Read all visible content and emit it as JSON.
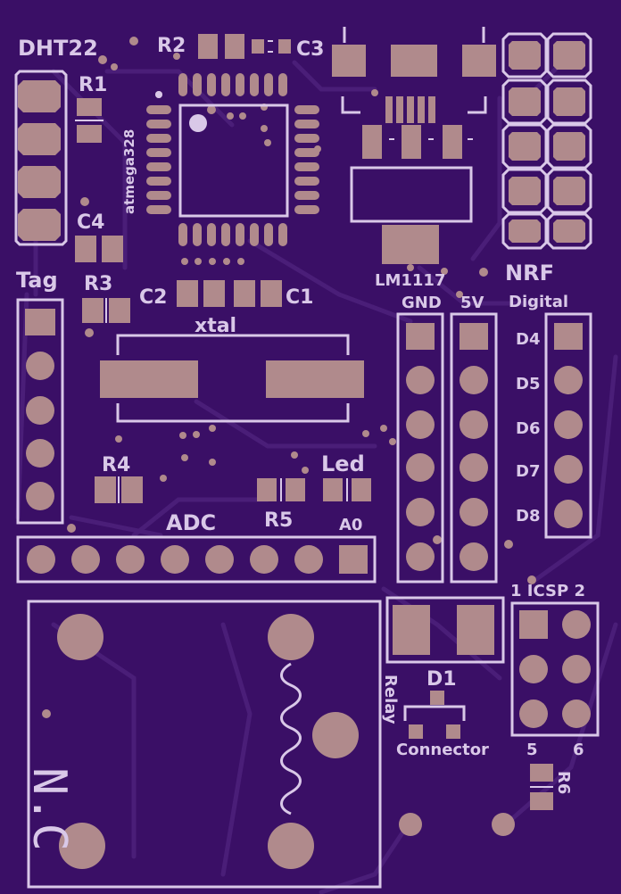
{
  "colors": {
    "substrate": "#3a0f66",
    "trace": "#4a1e78",
    "pad": "#b08a8c",
    "silkscreen": "#d9c8e8"
  },
  "labels": {
    "dht22": "DHT22",
    "r1": "R1",
    "r2": "R2",
    "c3": "C3",
    "chip": "atmega328",
    "c4": "C4",
    "tag": "Tag",
    "r3": "R3",
    "c2": "C2",
    "c1": "C1",
    "xtal": "xtal",
    "lm1117": "LM1117",
    "nrf": "NRF",
    "gnd": "GND",
    "v5": "5V",
    "digital": "Digital",
    "d4": "D4",
    "d5": "D5",
    "d6": "D6",
    "d7": "D7",
    "d8": "D8",
    "r4": "R4",
    "r5": "R5",
    "led": "Led",
    "adc": "ADC",
    "a0": "A0",
    "icsp": "1 ICSP 2",
    "d1": "D1",
    "relay": "Relay",
    "connector": "Connector",
    "n5": "5",
    "n6": "6",
    "r6": "R6",
    "nc": "N.C"
  }
}
